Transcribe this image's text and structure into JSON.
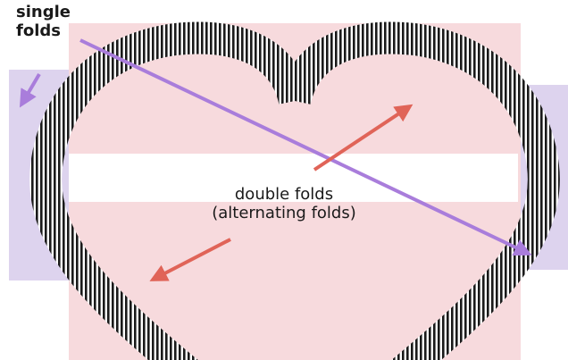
{
  "labels": {
    "single_folds": [
      "single",
      "folds"
    ],
    "double_folds": "double folds",
    "alternating_folds": "(alternating folds)"
  },
  "colors": {
    "pink_panel": "#f7dadd",
    "lavender_panel": "#ddd3ee",
    "white_band": "#ffffff",
    "stripe_dark": "#1a1a1a",
    "purple_arrow": "#a97ddb",
    "red_arrow": "#e06458",
    "text": "#1a1a1a"
  },
  "icons": {
    "stripe_texture": "vertical-stripes",
    "arrow": "arrow-head"
  }
}
